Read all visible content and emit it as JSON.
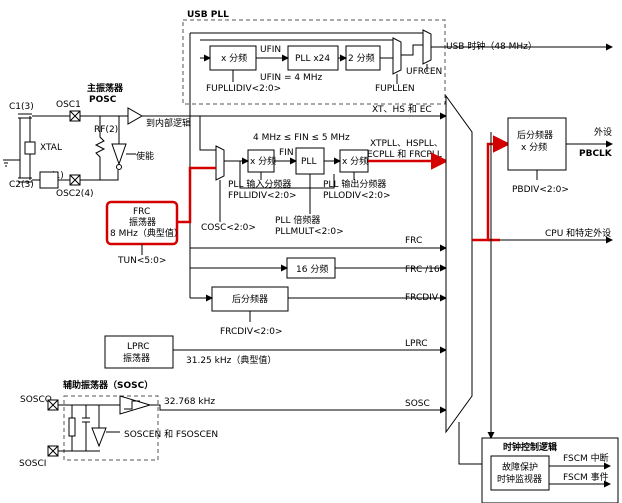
{
  "usbpll": {
    "title": "USB PLL",
    "divx": "x 分频",
    "ufin": "UFIN",
    "pllx24": "PLL x24",
    "div2": "2 分频",
    "ufin_eq": "UFIN = 4 MHz",
    "fupllidiv": "FUPLLIDIV<2:0>",
    "fupllen": "FUPLLEN",
    "ufrcen": "UFRCEN",
    "usb_clock": "USB 时钟（48 MHz）"
  },
  "posc": {
    "title1": "主振荡器",
    "title2": "POSC",
    "c1": "C1(3)",
    "c2": "C2(3)",
    "osc1": "OSC1",
    "osc2": "OSC2(4)",
    "xtal": "XTAL",
    "rf": "RF(2)",
    "rs": "RS(1)",
    "to_internal": "到内部逻辑",
    "enable": "使能",
    "xt_hs_ec": "XT、HS 和 EC"
  },
  "pll": {
    "fin_range": "4 MHz ≤ FIN ≤ 5 MHz",
    "divx_in": "x 分频",
    "fin": "FIN",
    "pll": "PLL",
    "divx_out": "x 分频",
    "in_div_label1": "PLL 输入分频器",
    "in_div_label2": "FPLLIDIV<2:0>",
    "mult_label1": "PLL 倍频器",
    "mult_label2": "PLLMULT<2:0>",
    "out_div_label1": "PLL 输出分频器",
    "out_div_label2": "PLLODIV<2:0>",
    "cosc": "COSC<2:0>",
    "xtpll1": "XTPLL、HSPLL、",
    "xtpll2": "ECPLL 和 FRCPLL"
  },
  "frc": {
    "line1": "FRC",
    "line2": "振荡器",
    "line3": "8 MHz（典型值）",
    "tun": "TUN<5:0>",
    "out_frc": "FRC",
    "div16": "16 分频",
    "out_frc16": "FRC /16",
    "postdiv": "后分频器",
    "out_frcdiv": "FRCDIV",
    "frcdiv_reg": "FRCDIV<2:0>"
  },
  "lprc": {
    "line1": "LPRC",
    "line2": "振荡器",
    "freq": "31.25 kHz（典型值）",
    "out": "LPRC"
  },
  "sosc": {
    "title": "辅助振荡器（SOSC）",
    "sosco": "SOSCO",
    "sosci": "SOSCI",
    "freq": "32.768 kHz",
    "enable": "SOSCEN 和 FSOSCEN",
    "out": "SOSC"
  },
  "pb": {
    "line1": "后分频器",
    "line2": "x 分频",
    "reg": "PBDIV<2:0>",
    "out1": "外设",
    "out2": "PBCLK",
    "cpu": "CPU 和特定外设"
  },
  "clk": {
    "title": "时钟控制逻辑",
    "fscm_int": "FSCM 中断",
    "fscm_evt": "FSCM 事件",
    "mon1": "故障保护",
    "mon2": "时钟监视器"
  }
}
